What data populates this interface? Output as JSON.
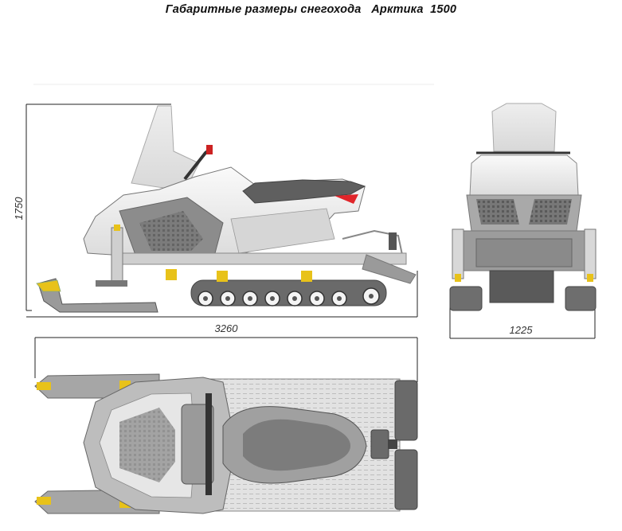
{
  "title": "Габаритные размеры снегохода   Арктика  1500",
  "dimensions": {
    "height": "1750",
    "length": "3260",
    "width": "1225"
  },
  "colors": {
    "body_white": "#f4f4f4",
    "body_grey": "#a9a9a9",
    "dark_grey": "#6e6e6e",
    "accent_red": "#e0252a",
    "accent_yellow": "#e8c21a",
    "line": "#222222"
  }
}
